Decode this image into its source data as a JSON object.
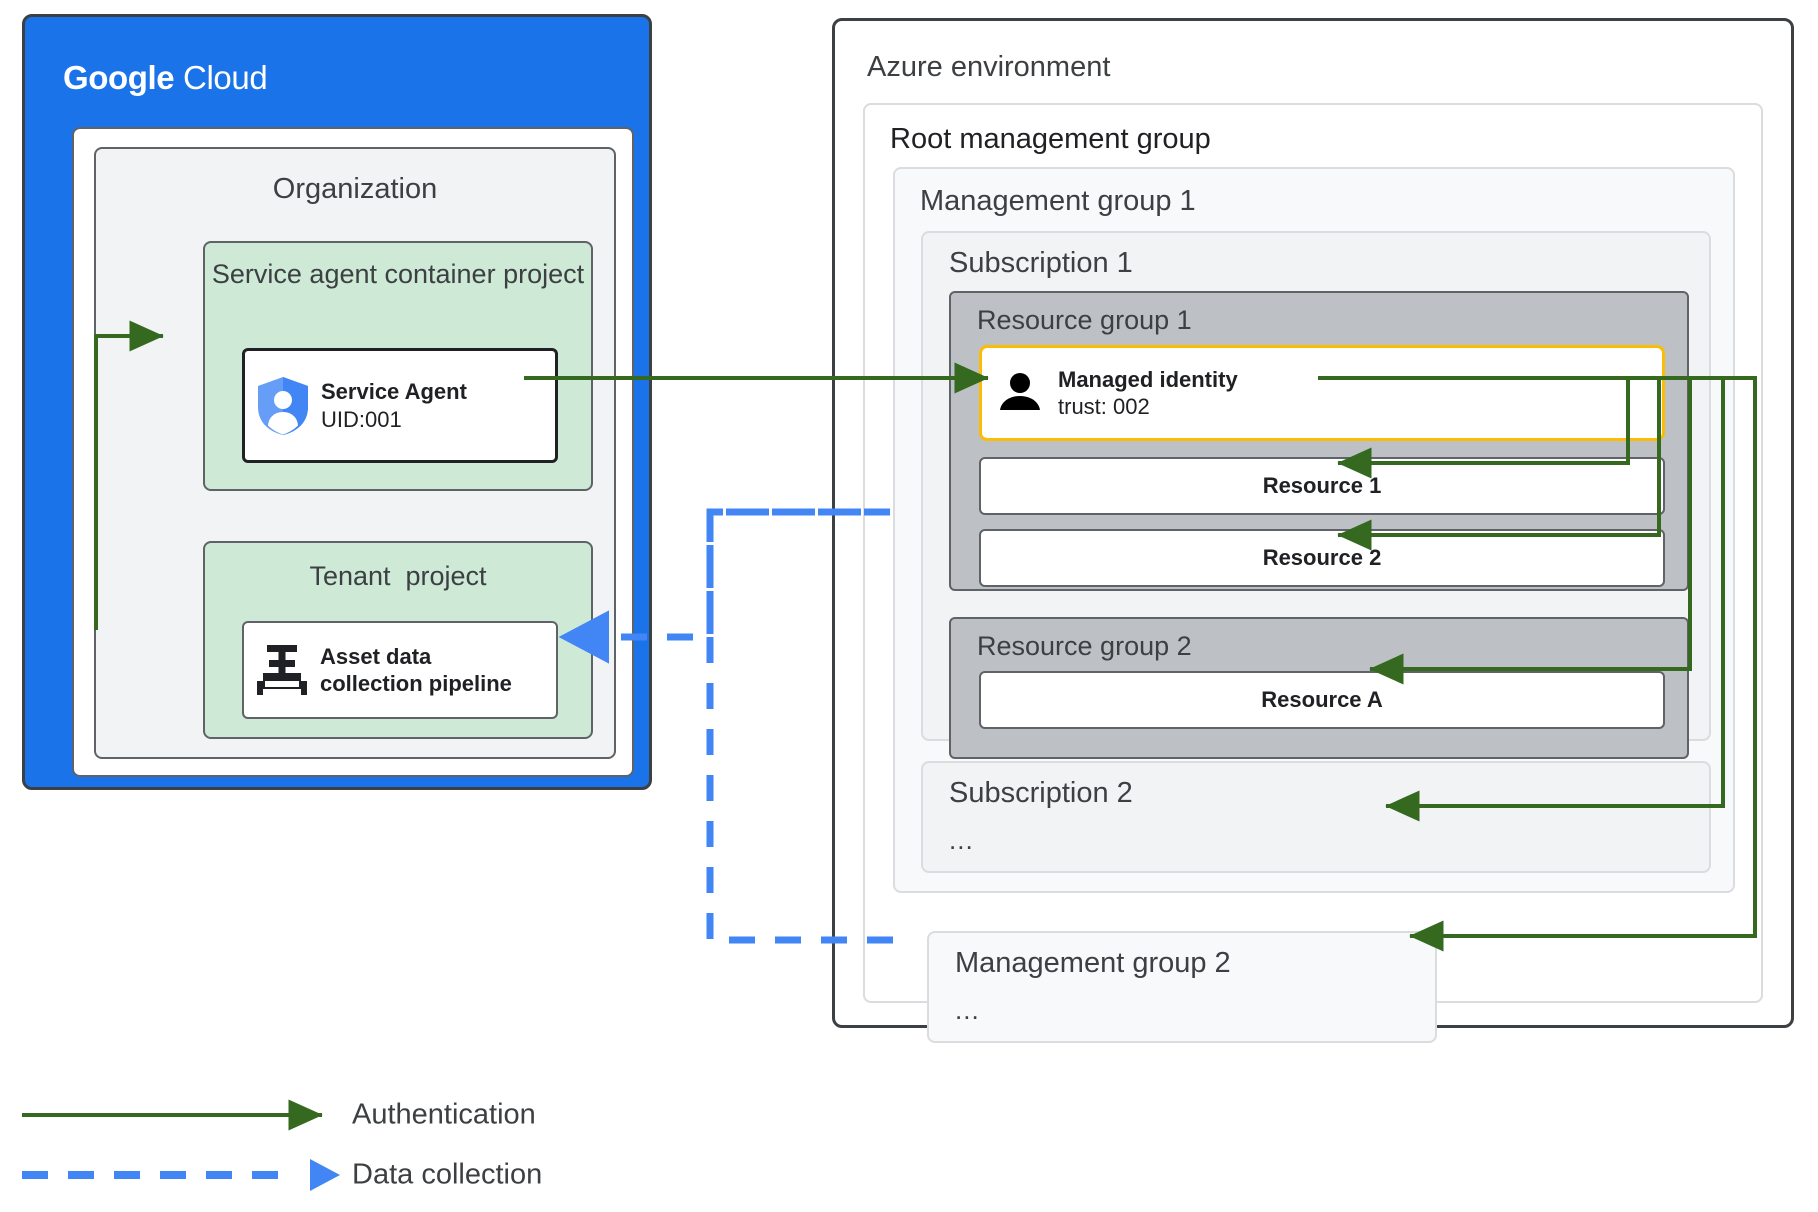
{
  "google_cloud": {
    "logo_bold": "Google",
    "logo_light": "Cloud",
    "organization": {
      "title": "Organization"
    },
    "service_agent_project": {
      "title": "Service agent container project",
      "card": {
        "icon": "shield-person-icon",
        "title": "Service Agent",
        "subtitle": "UID:001"
      }
    },
    "tenant_project": {
      "title": "Tenant  project",
      "card": {
        "icon": "pipeline-valve-icon",
        "line1": "Asset data",
        "line2": "collection pipeline"
      }
    }
  },
  "azure": {
    "title": "Azure environment",
    "root_management_group": {
      "title": "Root management group"
    },
    "management_group_1": {
      "title": "Management group 1",
      "subscription_1": {
        "title": "Subscription 1",
        "resource_group_1": {
          "title": "Resource group 1",
          "managed_identity": {
            "icon": "person-icon",
            "title": "Managed identity",
            "subtitle": "trust: 002"
          },
          "resources": [
            "Resource 1",
            "Resource 2"
          ]
        },
        "resource_group_2": {
          "title": "Resource group 2",
          "resources": [
            "Resource A"
          ]
        }
      },
      "subscription_2": {
        "title": "Subscription 2",
        "ellipsis": "..."
      }
    },
    "management_group_2": {
      "title": "Management group 2",
      "ellipsis": "..."
    }
  },
  "legend": {
    "items": [
      {
        "label": "Authentication",
        "style": "solid",
        "color": "#34691f"
      },
      {
        "label": "Data collection",
        "style": "dashed",
        "color": "#4285f4"
      }
    ]
  },
  "colors": {
    "google_blue": "#1a73e8",
    "project_green": "#ceead6",
    "auth_arrow_green": "#34691f",
    "data_arrow_blue": "#4285f4",
    "managed_identity_border": "#fbbc04",
    "resource_group_gray": "#bdc1c6",
    "panel_border": "#3c4043"
  }
}
